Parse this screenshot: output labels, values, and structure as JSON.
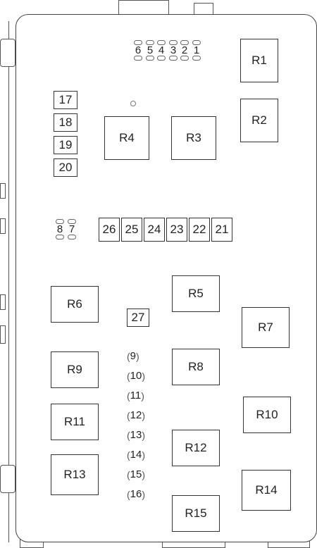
{
  "relays": {
    "r1": "R1",
    "r2": "R2",
    "r3": "R3",
    "r4": "R4",
    "r5": "R5",
    "r6": "R6",
    "r7": "R7",
    "r8": "R8",
    "r9": "R9",
    "r10": "R10",
    "r11": "R11",
    "r12": "R12",
    "r13": "R13",
    "r14": "R14",
    "r15": "R15"
  },
  "fuses_left": [
    "17",
    "18",
    "19",
    "20"
  ],
  "fuses_row": [
    "26",
    "25",
    "24",
    "23",
    "22",
    "21"
  ],
  "fuse_27": "27",
  "blade_top": [
    "6",
    "5",
    "4",
    "3",
    "2",
    "1"
  ],
  "blade_left": [
    "8",
    "7"
  ],
  "mini_fuses": [
    "9",
    "10",
    "11",
    "12",
    "13",
    "14",
    "15",
    "16"
  ]
}
